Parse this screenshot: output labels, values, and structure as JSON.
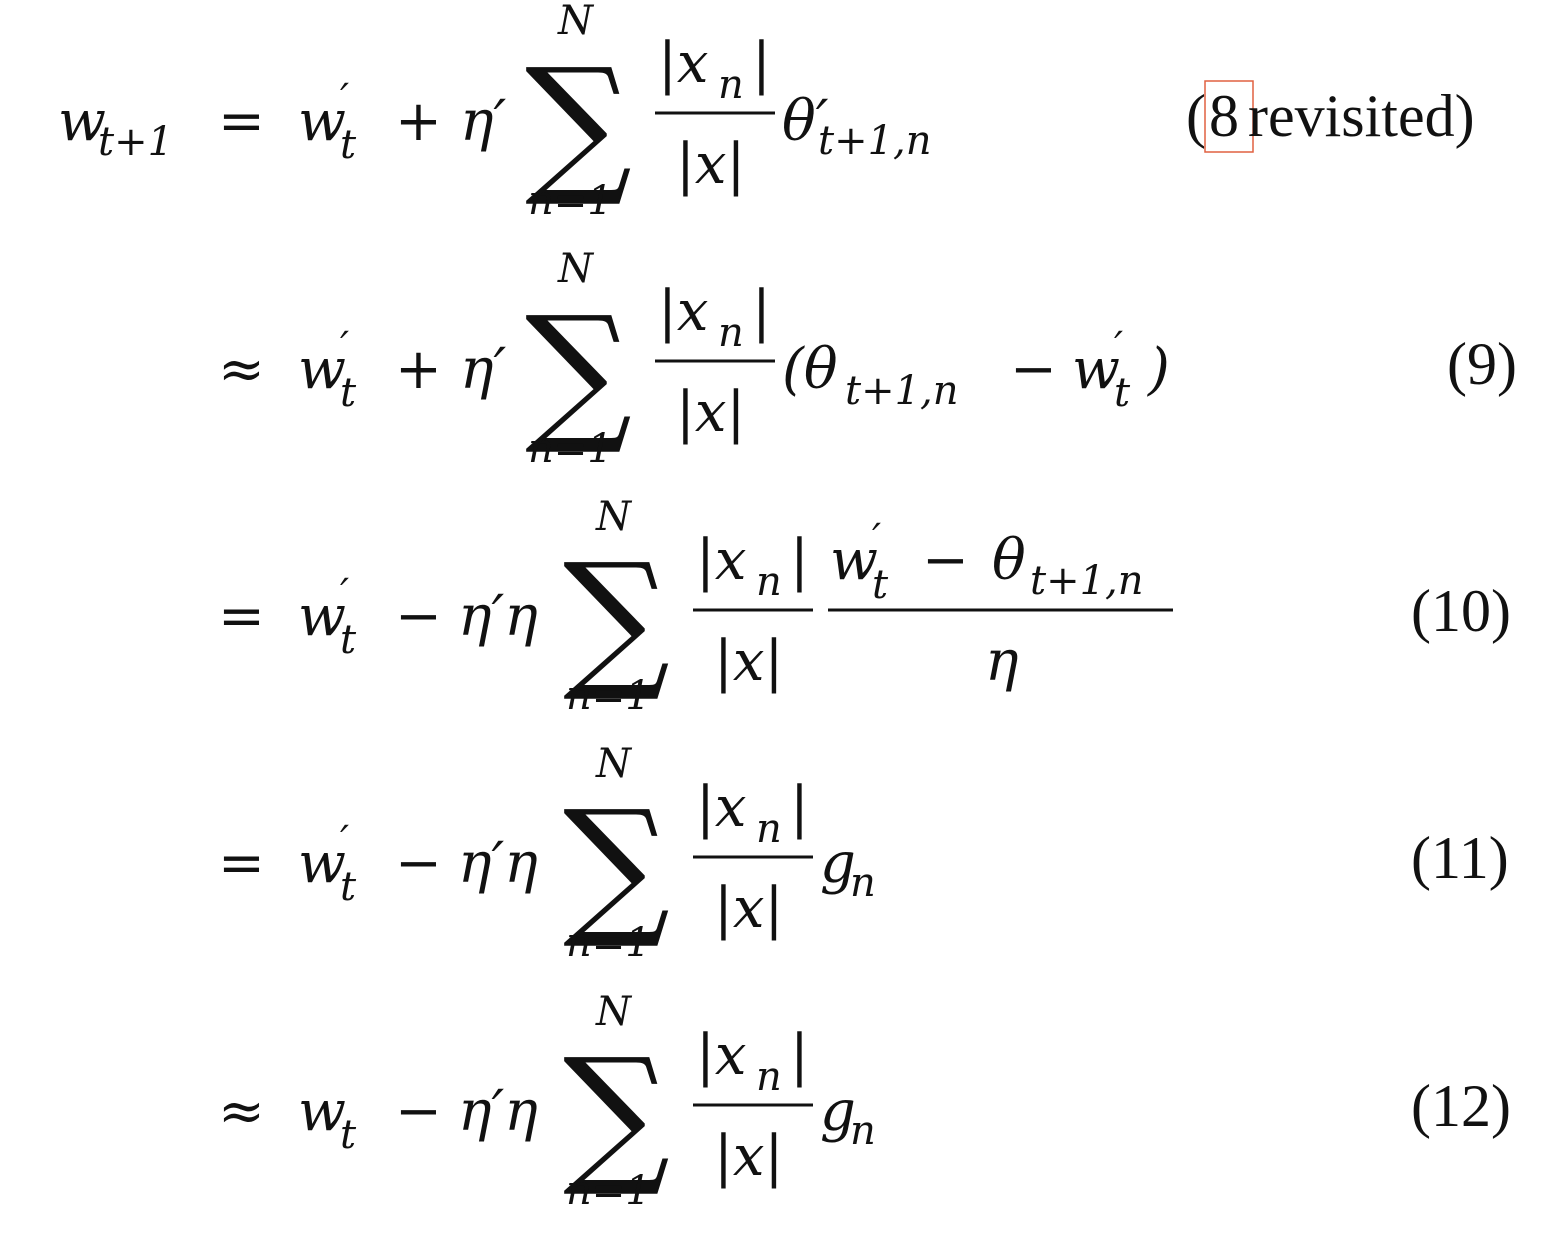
{
  "equations": [
    {
      "lhs_base": "w",
      "lhs_sub": "t+1",
      "rel": "=",
      "w": "w",
      "prime": "′",
      "t": "t",
      "op": "+",
      "coef": "η′",
      "sum_upper": "N",
      "sum_lower": "n=1",
      "frac_num": "|x",
      "frac_num_sub": "n",
      "frac_num_close": "|",
      "frac_den": "|x|",
      "tail": "θ′",
      "tail_sub": "t+1,n",
      "label_open": "(",
      "label_ref": "8",
      "label_rest": " revisited)"
    },
    {
      "rel": "≈",
      "w": "w",
      "prime": "′",
      "t": "t",
      "op": "+",
      "coef": "η′",
      "sum_upper": "N",
      "sum_lower": "n=1",
      "frac_num": "|x",
      "frac_num_sub": "n",
      "frac_num_close": "|",
      "frac_den": "|x|",
      "tail_open": "(θ",
      "tail_sub": "t+1,n",
      "tail_minus": "−",
      "tail_w": "w",
      "tail_prime": "′",
      "tail_t": "t",
      "tail_close": ")",
      "label": "(9)"
    },
    {
      "rel": "=",
      "w": "w",
      "prime": "′",
      "t": "t",
      "op": "−",
      "coef": "η′η",
      "sum_upper": "N",
      "sum_lower": "n=1",
      "frac_num": "|x",
      "frac_num_sub": "n",
      "frac_num_close": "|",
      "frac_den": "|x|",
      "frac2_w": "w",
      "frac2_prime": "′",
      "frac2_t": "t",
      "frac2_minus": "−",
      "frac2_theta": "θ",
      "frac2_sub": "t+1,n",
      "frac2_den": "η",
      "label": "(10)"
    },
    {
      "rel": "=",
      "w": "w",
      "prime": "′",
      "t": "t",
      "op": "−",
      "coef": "η′η",
      "sum_upper": "N",
      "sum_lower": "n=1",
      "frac_num": "|x",
      "frac_num_sub": "n",
      "frac_num_close": "|",
      "frac_den": "|x|",
      "tail": "g",
      "tail_sub": "n",
      "label": "(11)"
    },
    {
      "rel": "≈",
      "w": "w",
      "t": "t",
      "op": "−",
      "coef": "η′η",
      "sum_upper": "N",
      "sum_lower": "n=1",
      "frac_num": "|x",
      "frac_num_sub": "n",
      "frac_num_close": "|",
      "frac_den": "|x|",
      "tail": "g",
      "tail_sub": "n",
      "label": "(12)"
    }
  ],
  "symbols": {
    "sum": "∑"
  },
  "colors": {
    "text": "#111111",
    "ref_box": "#e06040",
    "background": "#ffffff"
  }
}
